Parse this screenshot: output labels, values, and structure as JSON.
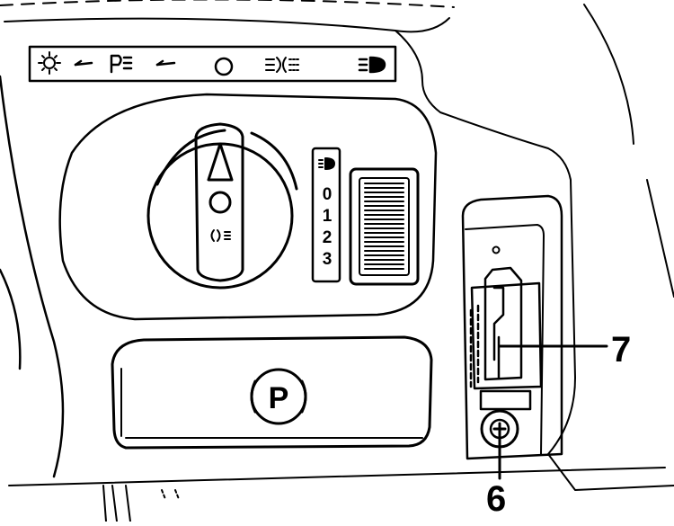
{
  "callouts": {
    "part_7": "7",
    "part_6": "6"
  },
  "dimmer_scale": {
    "labels": [
      "0",
      "1",
      "2",
      "3"
    ]
  },
  "parking_brake": {
    "symbol": "P"
  },
  "indicator_strip": {
    "icons": [
      "sun-icon",
      "arrow-left-icon",
      "parking-light-icon",
      "arrow-left-icon",
      "circle-icon",
      "fog-light-icon",
      "headlight-icon"
    ]
  },
  "colors": {
    "ink": "#000000",
    "paper": "#ffffff"
  }
}
